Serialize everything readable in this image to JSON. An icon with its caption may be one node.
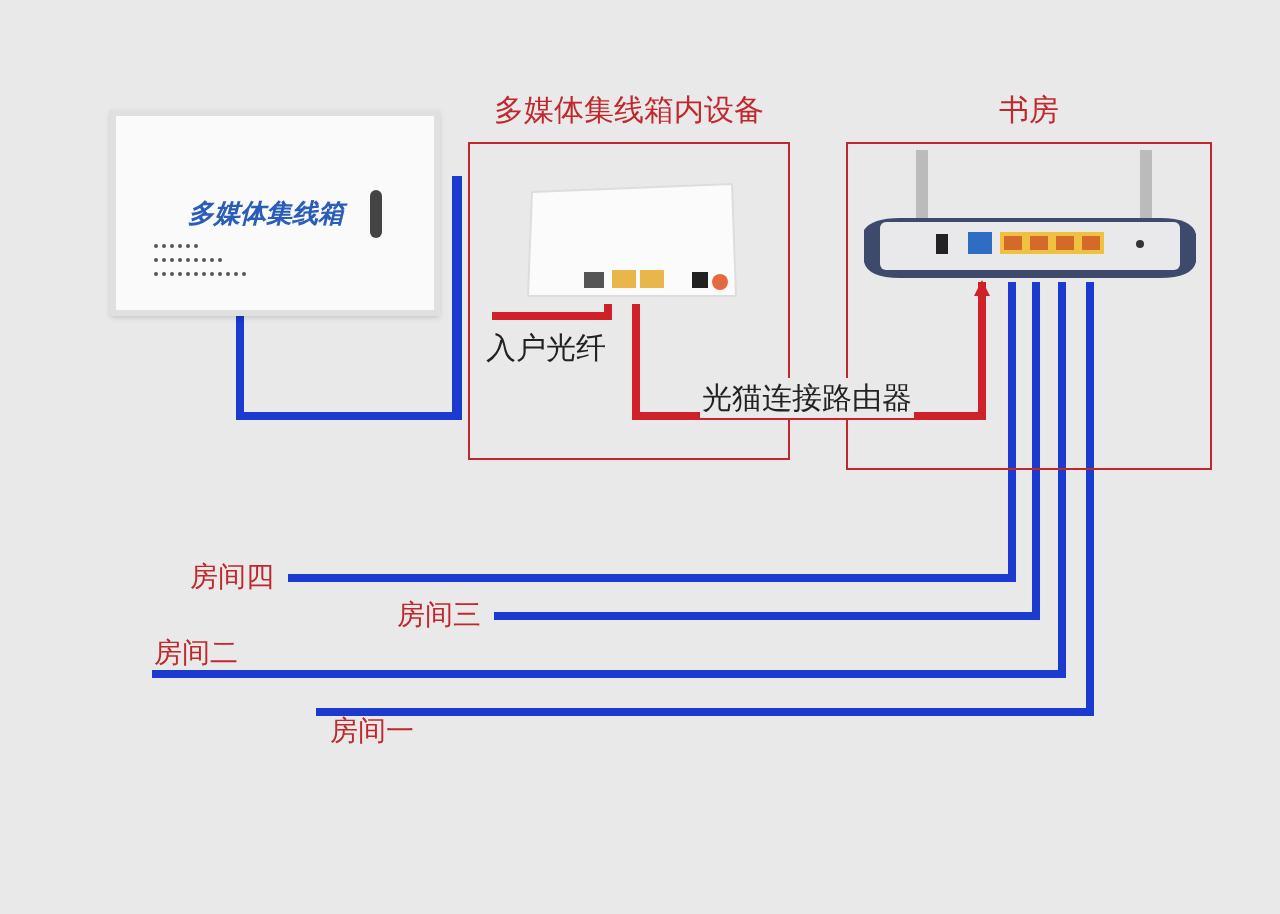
{
  "diagram": {
    "nodes": [
      {
        "text": [
          "多媒体集线箱"
        ]
      },
      {
        "text": [],
        "shape": "bar"
      },
      {
        "text": [
          "多媒体集线箱内设备"
        ]
      },
      {
        "text": [],
        "shape": "picture",
        "in": 2
      },
      {
        "text": [
          "书房"
        ]
      },
      {
        "text": [],
        "shape": "picture",
        "in": 4
      },
      {
        "text": [
          "房间四"
        ]
      },
      {
        "text": [
          "房间三"
        ]
      },
      {
        "text": [
          "房间二"
        ]
      },
      {
        "text": [
          "房间一"
        ]
      }
    ],
    "edges": [
      {
        "from": 0,
        "to": 1,
        "arrow": "none"
      },
      {
        "from": null,
        "to": 3,
        "arrow": "none",
        "color": "#d0202a",
        "label": "入户光纤"
      },
      {
        "from": 3,
        "to": 5,
        "arrow": "to",
        "color": "#d0202a",
        "label": "光猫连接路由器"
      },
      {
        "from": 5,
        "to": 6,
        "arrow": "none"
      },
      {
        "from": 5,
        "to": 7,
        "arrow": "none"
      },
      {
        "from": 5,
        "to": 8,
        "arrow": "none"
      },
      {
        "from": 5,
        "to": 9,
        "arrow": "none"
      }
    ]
  }
}
